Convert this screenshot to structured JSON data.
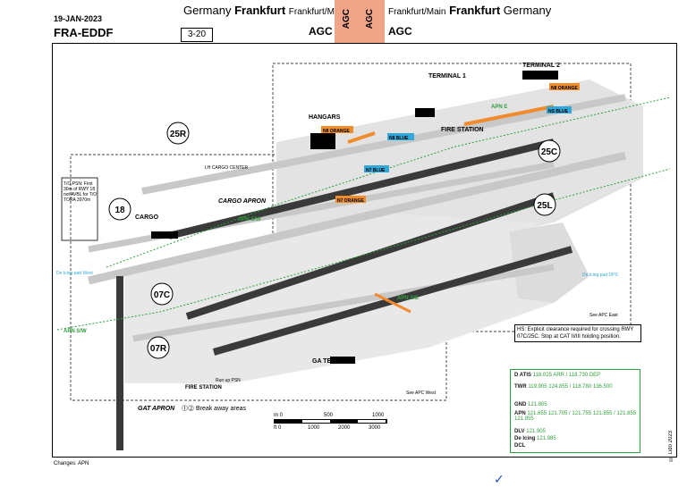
{
  "header": {
    "date": "19-JAN-2023",
    "icao": "FRA-EDDF",
    "page_number": "3-20",
    "title_left_country": "Germany",
    "title_left_city": "Frankfurt",
    "title_left_region": "Frankfurt/Main",
    "title_right_region": "Frankfurt/Main",
    "title_right_city": "Frankfurt",
    "title_right_country": "Germany",
    "agc_left": "AGC",
    "agc_right": "AGC",
    "agc_vertical_1": "AGC",
    "agc_vertical_2": "AGC",
    "agc_color": "#f0a488"
  },
  "runways": {
    "r25R": "25R",
    "r25C": "25C",
    "r25L": "25L",
    "r18": "18",
    "r07C": "07C",
    "r07R": "07R"
  },
  "terminals": {
    "terminal1": "TERMINAL 1",
    "terminal2": "TERMINAL 2",
    "ga_terminal": "GA TERMINAL",
    "hangars": "HANGARS",
    "fire_station": "FIRE STATION",
    "fire_station_west": "FIRE STATION",
    "cargo": "CARGO",
    "cargo_apron": "CARGO APRON",
    "gat_apron": "GAT APRON",
    "lh_cargo_center": "LH CARGO CENTER",
    "run_up": "Run up PSN"
  },
  "hotspots": {
    "n8_orange": "N8 ORANGE",
    "n8_blue": "N8 BLUE",
    "n7_blue": "N7 BLUE",
    "n7_orange": "N7 ORANGE",
    "ns_blue": "NS BLUE",
    "n8_orange2": "N8 ORANGE",
    "apn_s_w": "APN S/W",
    "apn_s_w2": "APN S/W",
    "apn_e": "APN E",
    "apn_s_e": "APN S/E"
  },
  "notes": {
    "tops_psn": "T/O PSN: First 30m of RWY 18 not AVBL for T/O TORA 3970m",
    "hs_note": "HS: Explicit clearance required for crossing RWY 07C/25C. Stop at CAT II/III holding position.",
    "deicing_east": "De Icing pad DPS",
    "deicing_west": "De Icing pad West",
    "see_apc_east": "See APC East",
    "see_apc_west": "See APC West",
    "breakaway": "Break away areas",
    "changes": "Changes: APN",
    "copyright": "© Lido 2023",
    "checkmark": "✓"
  },
  "scale": {
    "m0": "m 0",
    "m500": "500",
    "m1000": "1000",
    "ft0": "ft 0",
    "ft1000": "1000",
    "ft2000": "2000",
    "ft3000": "3000"
  },
  "frequencies": {
    "d_atis": {
      "label": "D ATIS",
      "values": "118.025 ARR / 118.730 DEP"
    },
    "twr": {
      "label": "TWR",
      "values": "119.905 124.855 / 118.780 136.500"
    },
    "gnd": {
      "label": "GND",
      "values": "121.805"
    },
    "apn": {
      "label": "APN",
      "values": "121.655 121.705 / 121.755 121.855 / 121.855 121.955"
    },
    "dlv": {
      "label": "DLV",
      "values": "121.905"
    },
    "deicing": {
      "label": "De Icing",
      "values": "121.985"
    },
    "dcl": {
      "label": "DCL",
      "values": ""
    }
  },
  "colors": {
    "taxiway": "#c8c8c8",
    "runway": "#3a3a3a",
    "apron_border": "#2e9e3a",
    "hotspot_orange": "#f08c2e",
    "hotspot_blue": "#33a8d8",
    "route_green": "#2e9e3a"
  }
}
